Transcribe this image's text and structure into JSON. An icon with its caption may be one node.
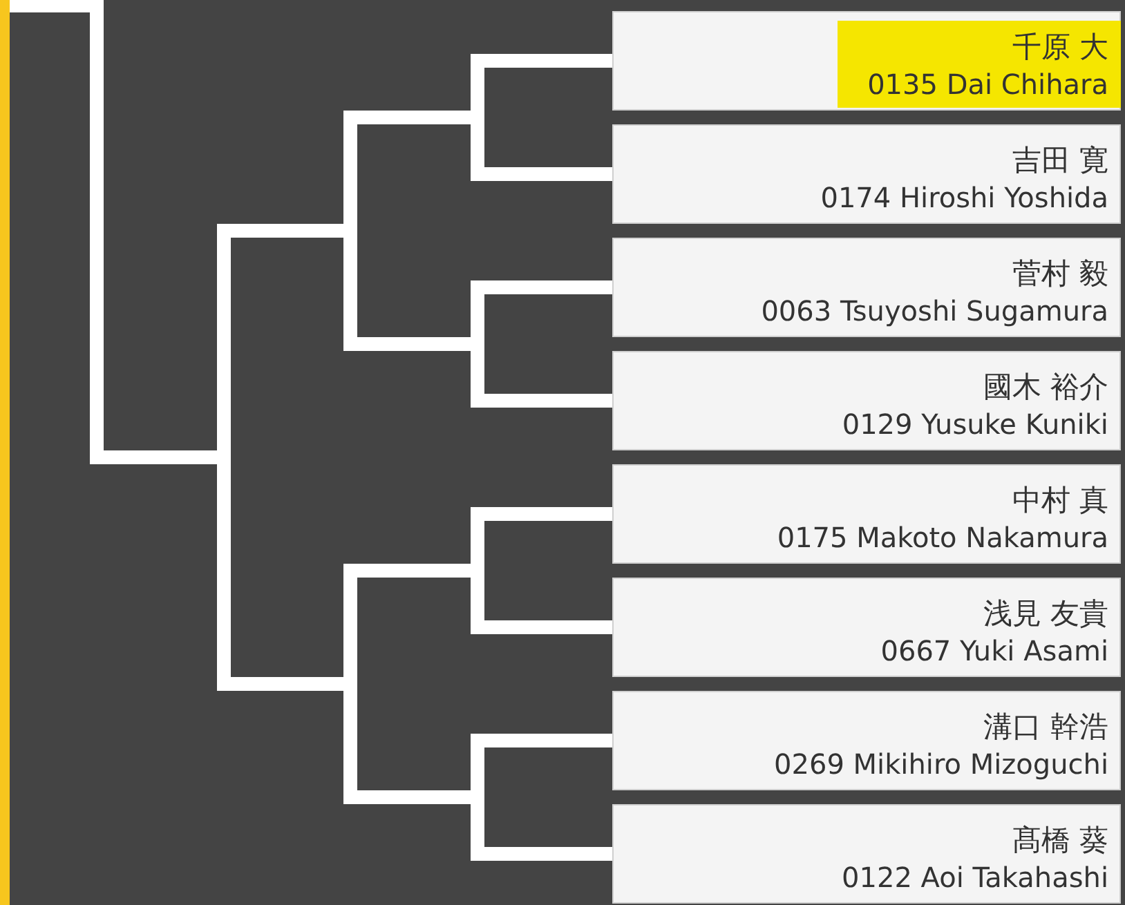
{
  "diagram": {
    "nodes": [
      {
        "text": [],
        "shape": "box"
      },
      {
        "text": [
          "千原 大",
          "0135 Dai Chihara"
        ],
        "in": 0
      },
      {
        "text": [
          "吉田 寛",
          "0174 Hiroshi Yoshida"
        ]
      },
      {
        "text": [
          "菅村 毅",
          "0063 Tsuyoshi Sugamura"
        ]
      },
      {
        "text": [
          "國木 裕介",
          "0129 Yusuke Kuniki"
        ]
      },
      {
        "text": [
          "中村 真",
          "0175 Makoto Nakamura"
        ]
      },
      {
        "text": [
          "浅見 友貴",
          "0667 Yuki Asami"
        ]
      },
      {
        "text": [
          "溝口 幹浩",
          "0269 Mikihiro Mizoguchi"
        ]
      },
      {
        "text": [
          "髙橋 葵",
          "0122 Aoi Takahashi"
        ]
      },
      {
        "text": [],
        "shape": "bar"
      }
    ],
    "edges": [
      {
        "from": 0,
        "to": 9,
        "arrow": "none"
      },
      {
        "from": 2,
        "to": 9,
        "arrow": "none"
      },
      {
        "from": 3,
        "to": 9,
        "arrow": "none"
      },
      {
        "from": 4,
        "to": 9,
        "arrow": "none"
      },
      {
        "from": 5,
        "to": 9,
        "arrow": "none"
      },
      {
        "from": 6,
        "to": 9,
        "arrow": "none"
      },
      {
        "from": 7,
        "to": 9,
        "arrow": "none"
      },
      {
        "from": 8,
        "to": 9,
        "arrow": "none"
      }
    ]
  }
}
